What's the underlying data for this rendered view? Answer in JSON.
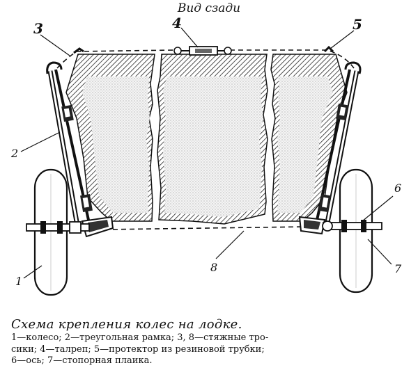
{
  "view_title": "Вид сзади",
  "callouts": {
    "n1": "1",
    "n2": "2",
    "n3": "3",
    "n4": "4",
    "n5": "5",
    "n6": "6",
    "n7": "7",
    "n8": "8"
  },
  "caption": {
    "title": "Схема крепления колес на лодке.",
    "legend_lines": [
      "1—колесо; 2—треугольная рамка; 3, 8—стяжные тро-",
      "сики; 4—талреп; 5—протектор из резиновой трубки;",
      "6—ось; 7—стопорная плаика."
    ]
  }
}
